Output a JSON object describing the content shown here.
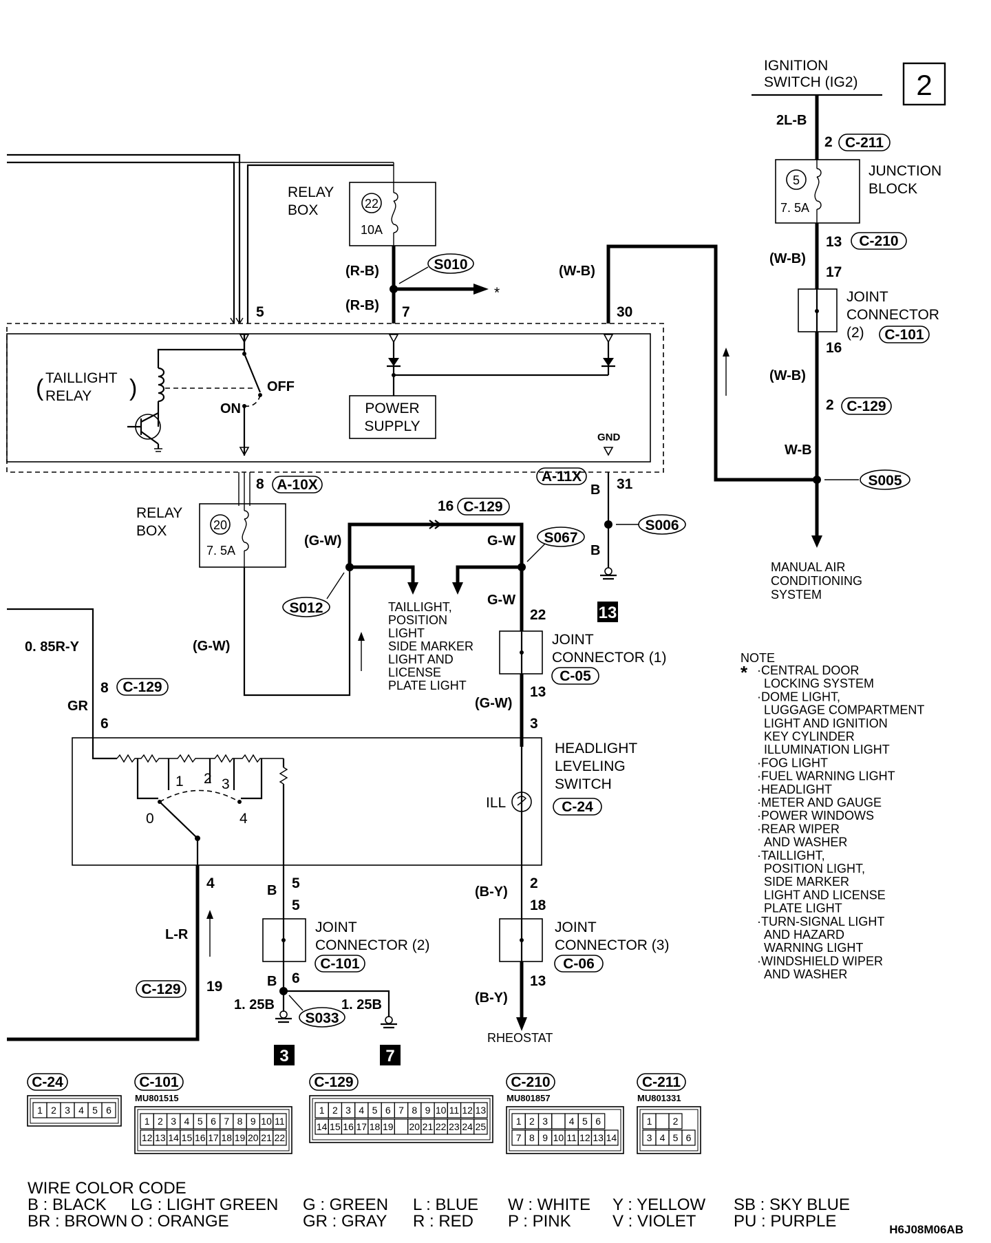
{
  "title_ref": "2",
  "components": {
    "ignition_switch": "IGNITION\nSWITCH (IG2)",
    "junction_block": "JUNCTION\nBLOCK",
    "jb_fuse_no": "5",
    "jb_fuse_amp": "7. 5A",
    "relay_box_top": "RELAY\nBOX",
    "relay_fuse_top_no": "22",
    "relay_fuse_top_amp": "10A",
    "relay_box_bottom": "RELAY\nBOX",
    "relay_fuse_bottom_no": "20",
    "relay_fuse_bottom_amp": "7. 5A",
    "taillight_relay": "TAILLIGHT\nRELAY",
    "relay_on": "ON",
    "relay_off": "OFF",
    "power_supply": "POWER\nSUPPLY",
    "gnd": "GND",
    "joint_connector_2_top": "JOINT\nCONNECTOR\n(2)",
    "joint_connector_1": "JOINT\nCONNECTOR (1)",
    "joint_connector_2_bottom": "JOINT\nCONNECTOR (2)",
    "joint_connector_3": "JOINT\nCONNECTOR (3)",
    "headlight_leveling_switch": "HEADLIGHT\nLEVELING\nSWITCH",
    "ill": "ILL",
    "switch_positions": [
      "0",
      "1",
      "2",
      "3",
      "4"
    ],
    "taillight_dest": "TAILLIGHT,\nPOSITION\nLIGHT\nSIDE MARKER\nLIGHT AND\nLICENSE\nPLATE LIGHT",
    "manual_ac": "MANUAL AIR\nCONDITIONING\nSYSTEM",
    "rheostat": "RHEOSTAT",
    "star": "*"
  },
  "connectors": {
    "c211": "C-211",
    "c210": "C-210",
    "c101": "C-101",
    "c129": "C-129",
    "c05": "C-05",
    "c06": "C-06",
    "c24": "C-24",
    "a10x": "A-10X",
    "a11x": "A-11X"
  },
  "splices": {
    "s010": "S010",
    "s005": "S005",
    "s006": "S006",
    "s067": "S067",
    "s012": "S012",
    "s033": "S033"
  },
  "ground_refs": {
    "g13": "13",
    "g3": "3",
    "g7": "7"
  },
  "wires": {
    "w_2lb": "2L-B",
    "w_wb": "(W-B)",
    "w_wb2": "(W-B)",
    "w_wb3": "(W-B)",
    "w_wb_plain": "W-B",
    "w_rb": "(R-B)",
    "w_rb2": "(R-B)",
    "w_gw": "(G-W)",
    "w_gw_left": "(G-W)",
    "w_gw_plain": "G-W",
    "w_gw_plain2": "G-W",
    "w_gw_lower": "(G-W)",
    "w_b": "B",
    "w_b2": "B",
    "w_085ry": "0. 85R-Y",
    "w_gr": "GR",
    "w_lr": "L-R",
    "w_b3": "B",
    "w_b4": "B",
    "w_125b": "1. 25B",
    "w_125b2": "1. 25B",
    "w_by": "(B-Y)",
    "w_by2": "(B-Y)"
  },
  "pins": {
    "p2_c211": "2",
    "p13_c210": "13",
    "p17": "17",
    "p16": "16",
    "p2_c129": "2",
    "p5": "5",
    "p7": "7",
    "p30": "30",
    "p8": "8",
    "p31": "31",
    "p16b": "16",
    "p22": "22",
    "p13": "13",
    "p3": "3",
    "p8b": "8",
    "p6": "6",
    "p4": "4",
    "p5a": "5",
    "p5b": "5",
    "p6b": "6",
    "p19": "19",
    "p2b": "2",
    "p18": "18",
    "p13b": "13"
  },
  "note": {
    "heading": "NOTE",
    "items": [
      "·CENTRAL DOOR\nLOCKING SYSTEM",
      "·DOME LIGHT,\nLUGGAGE COMPARTMENT\nLIGHT AND IGNITION\nKEY CYLINDER\nILLUMINATION LIGHT",
      "·FOG LIGHT",
      "·FUEL WARNING LIGHT",
      "·HEADLIGHT",
      "·METER AND GAUGE",
      "·POWER WINDOWS",
      "·REAR WIPER\nAND WASHER",
      "·TAILLIGHT,\nPOSITION LIGHT,\nSIDE MARKER\nLIGHT AND LICENSE\nPLATE LIGHT",
      "·TURN-SIGNAL LIGHT\nAND HAZARD\nWARNING LIGHT",
      "·WINDSHIELD WIPER\nAND WASHER"
    ]
  },
  "connector_faces": [
    {
      "code": "C-24",
      "part": "",
      "row1": [
        "1",
        "2",
        "3",
        "4",
        "5",
        "6"
      ],
      "row2": []
    },
    {
      "code": "C-101",
      "part": "MU801515",
      "row1": [
        "1",
        "2",
        "3",
        "4",
        "5",
        "6",
        "7",
        "8",
        "9",
        "10",
        "11"
      ],
      "row2": [
        "12",
        "13",
        "14",
        "15",
        "16",
        "17",
        "18",
        "19",
        "20",
        "21",
        "22"
      ]
    },
    {
      "code": "C-129",
      "part": "",
      "row1": [
        "1",
        "2",
        "3",
        "4",
        "5",
        "6",
        "7",
        "8",
        "9",
        "10",
        "11",
        "12",
        "13"
      ],
      "row2": [
        "14",
        "15",
        "16",
        "17",
        "18",
        "19",
        "",
        "20",
        "21",
        "22",
        "23",
        "24",
        "25"
      ]
    },
    {
      "code": "C-210",
      "part": "MU801857",
      "row1": [
        "1",
        "2",
        "3",
        "",
        "4",
        "5",
        "6"
      ],
      "row2": [
        "7",
        "8",
        "9",
        "10",
        "11",
        "12",
        "13",
        "14"
      ]
    },
    {
      "code": "C-211",
      "part": "MU801331",
      "row1": [
        "1",
        "",
        "2"
      ],
      "row2": [
        "3",
        "4",
        "5",
        "6"
      ]
    }
  ],
  "wire_color_code": {
    "heading": "WIRE COLOR CODE",
    "row1": [
      "B : BLACK",
      "LG : LIGHT GREEN",
      "G : GREEN",
      "L : BLUE",
      "W : WHITE",
      "Y : YELLOW",
      "SB : SKY BLUE"
    ],
    "row2": [
      "BR : BROWN",
      "O : ORANGE",
      "GR : GRAY",
      "R : RED",
      "P : PINK",
      "V : VIOLET",
      "PU : PURPLE"
    ]
  },
  "figure_id": "H6J08M06AB"
}
